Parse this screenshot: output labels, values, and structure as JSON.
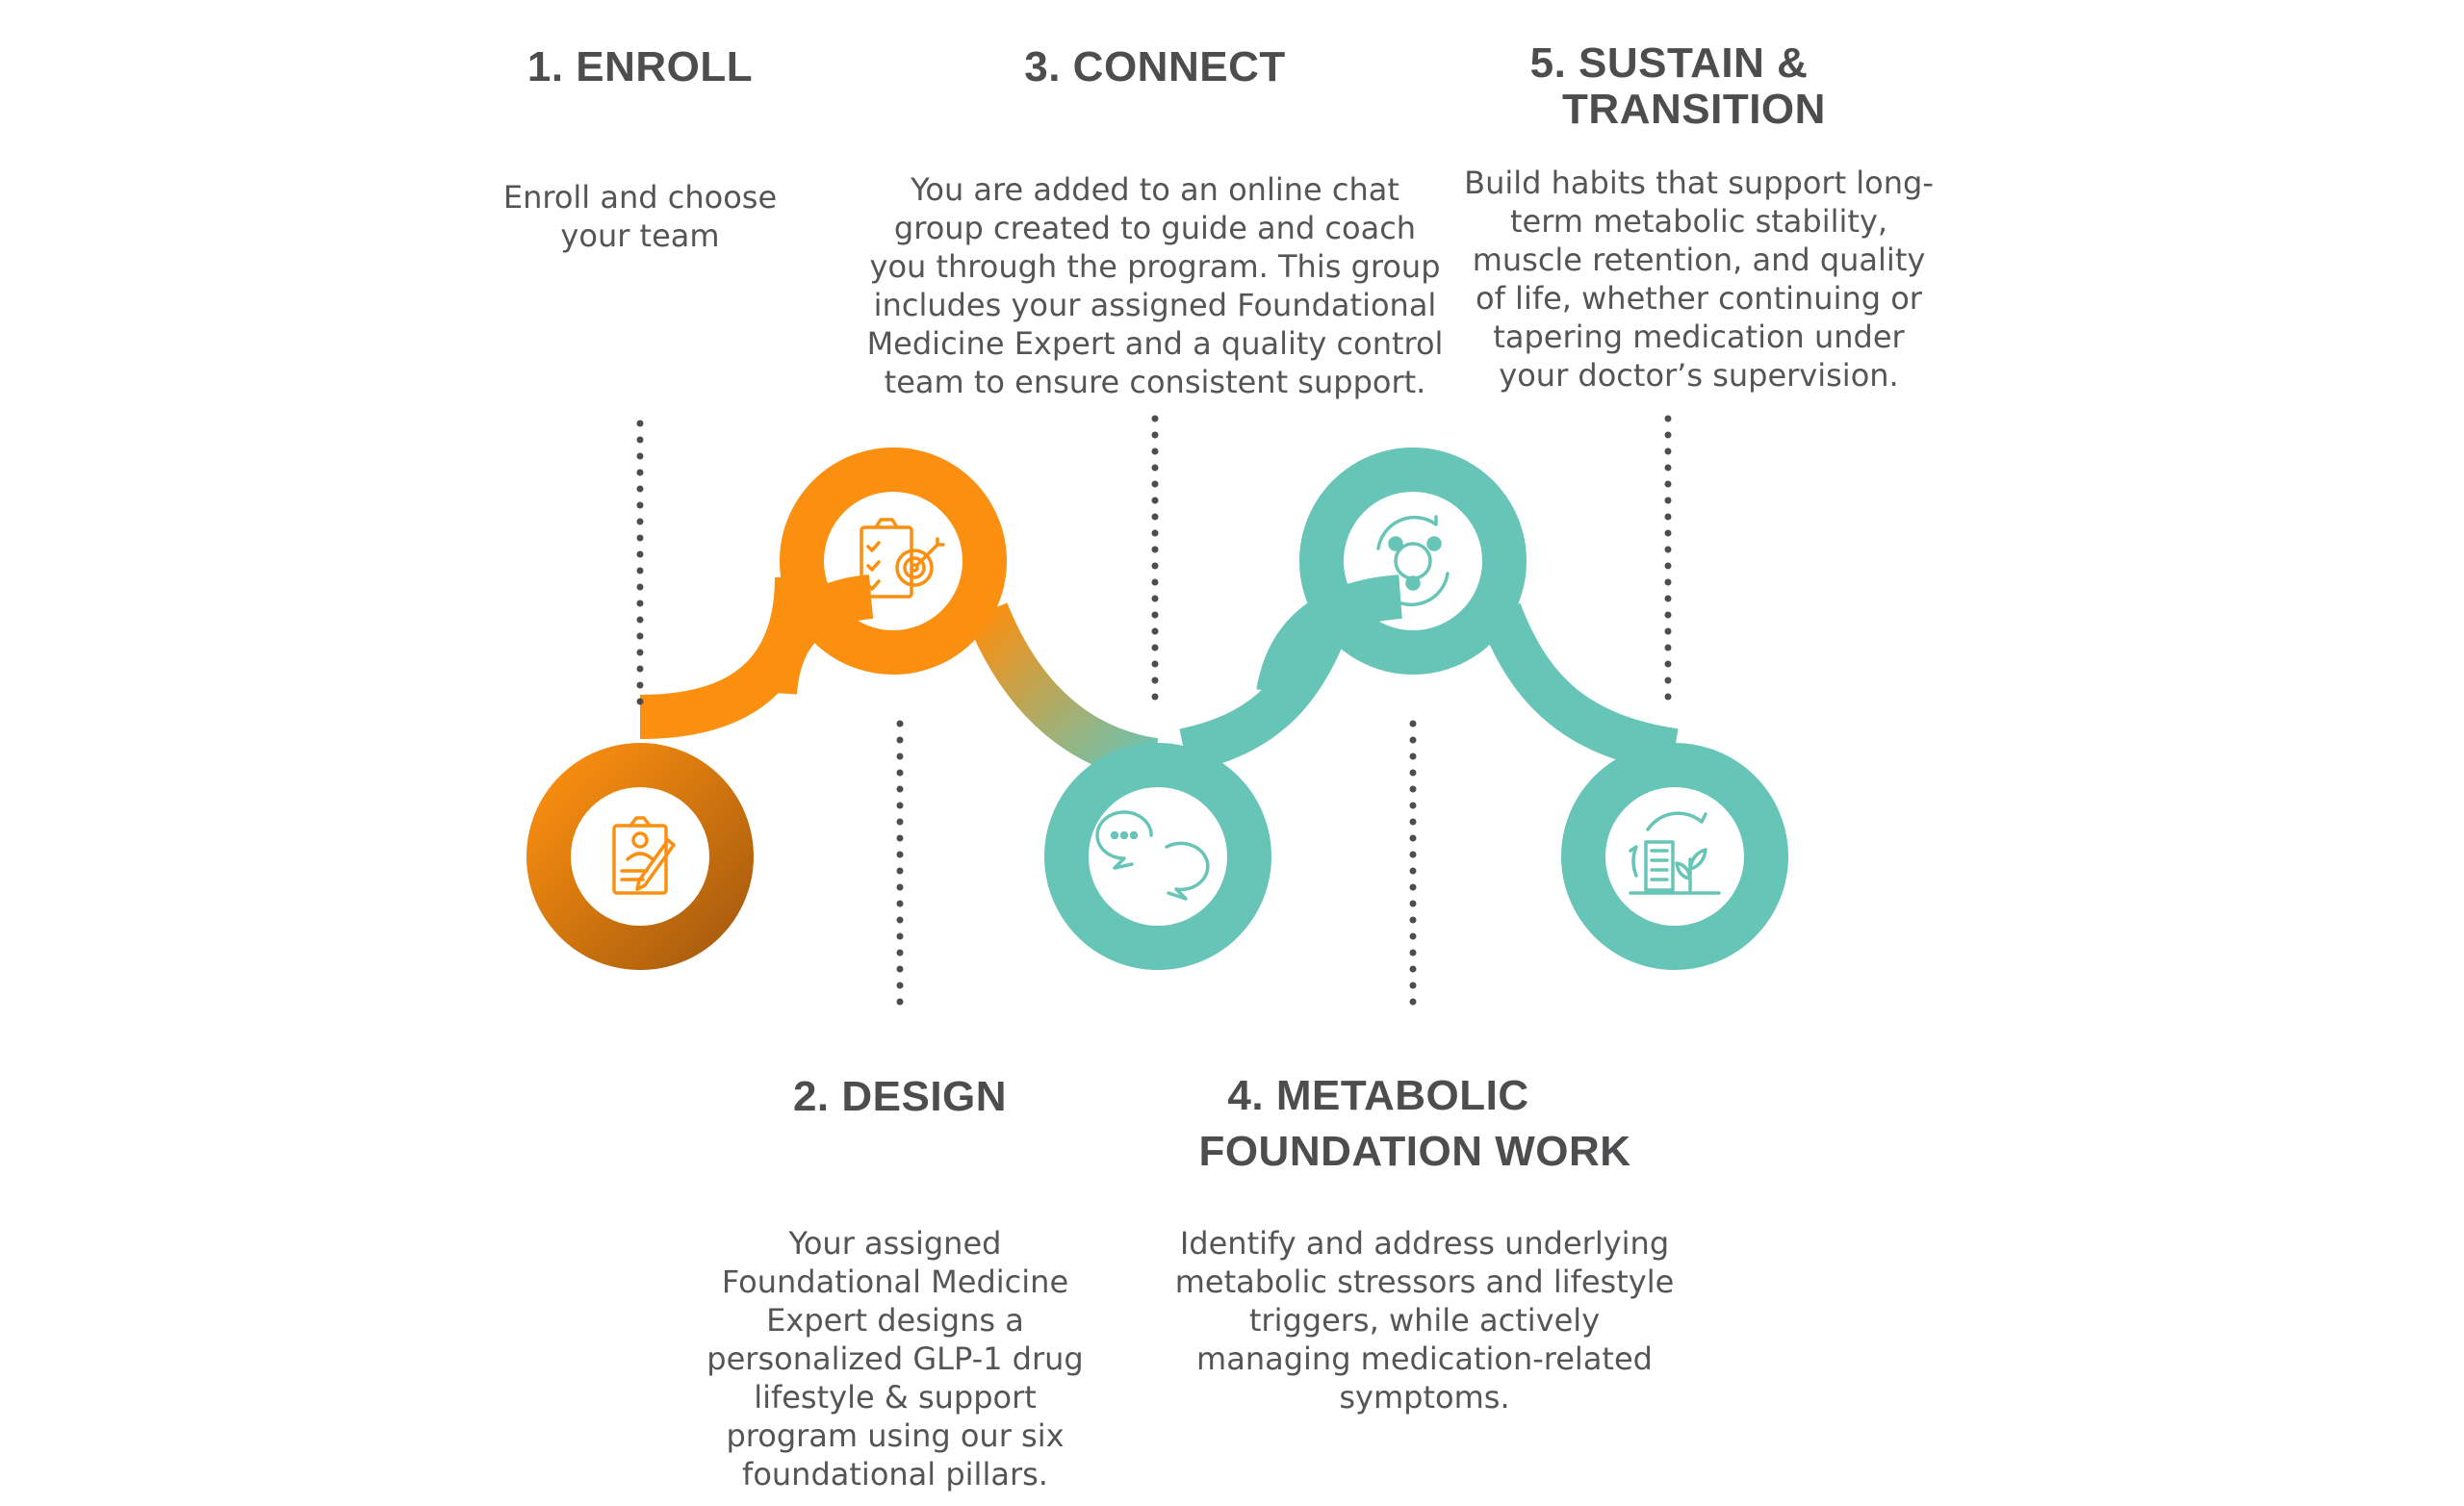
{
  "colors": {
    "orange": "#fb8f0f",
    "orange_dark": "#a85c0e",
    "teal": "#67c5b7",
    "text": "#4d4d4f",
    "dots": "#4d4d4f"
  },
  "steps": [
    {
      "title_lines": [
        "1. ENROLL"
      ],
      "desc_lines": [
        "Enroll and choose",
        "your team"
      ],
      "icon": "clipboard-pen-icon"
    },
    {
      "title_lines": [
        "2. DESIGN"
      ],
      "desc_lines": [
        "Your assigned",
        "Foundational Medicine",
        "Expert designs a",
        "personalized GLP-1 drug",
        "lifestyle & support",
        "program using our six",
        "foundational pillars."
      ],
      "icon": "checklist-target-icon"
    },
    {
      "title_lines": [
        "3. CONNECT"
      ],
      "desc_lines": [
        "You are added to an online chat",
        "group created to guide and coach",
        "you through the program. This group",
        "includes your assigned Foundational",
        "Medicine Expert and a quality control",
        "team to ensure consistent support."
      ],
      "icon": "chat-bubbles-icon"
    },
    {
      "title_lines": [
        "4. METABOLIC",
        "FOUNDATION WORK"
      ],
      "desc_lines": [
        "Identify and address underlying",
        "metabolic stressors and lifestyle",
        "triggers, while actively",
        "managing medication-related",
        "symptoms."
      ],
      "icon": "cycle-network-icon"
    },
    {
      "title_lines": [
        "5. SUSTAIN &",
        "TRANSITION"
      ],
      "desc_lines": [
        "Build habits that support long-",
        "term metabolic stability,",
        "muscle retention, and quality",
        "of life, whether continuing or",
        "tapering medication under",
        "your doctor’s supervision."
      ],
      "icon": "building-leaf-cycle-icon"
    }
  ]
}
